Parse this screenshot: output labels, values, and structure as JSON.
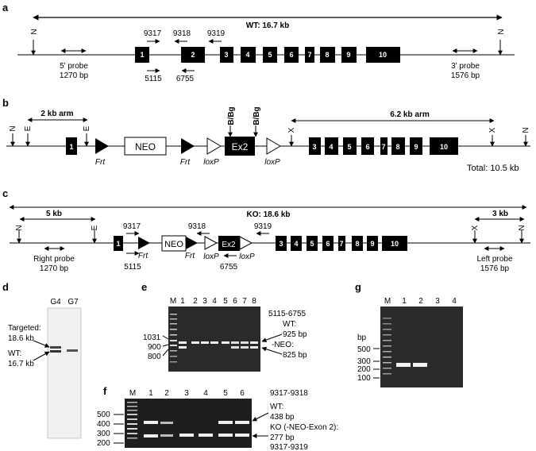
{
  "panels": {
    "a": "a",
    "b": "b",
    "c": "c",
    "d": "d",
    "e": "e",
    "f": "f",
    "g": "g"
  },
  "a": {
    "title": "WT: 16.7 kb",
    "ecori": "N",
    "exons": [
      "1",
      "2",
      "3",
      "4",
      "5",
      "6",
      "7",
      "8",
      "9",
      "10"
    ],
    "primers": {
      "p9317": "9317",
      "p9318": "9318",
      "p9319": "9319",
      "p5115": "5115",
      "p6755": "6755"
    },
    "probe5_name": "5' probe",
    "probe5_size": "1270 bp",
    "probe3_name": "3' probe",
    "probe3_size": "1576 bp"
  },
  "b": {
    "arm_left": "2 kb arm",
    "arm_right": "6.2 kb arm",
    "site_n": "N",
    "site_e": "E",
    "site_x": "X",
    "site_bbg": "B/Bg",
    "exon1": "1",
    "neo": "NEO",
    "ex2": "Ex2",
    "exons_right": [
      "3",
      "4",
      "5",
      "6",
      "7",
      "8",
      "9",
      "10"
    ],
    "frt": "Frt",
    "loxp": "loxP",
    "total": "Total: 10.5 kb"
  },
  "c": {
    "title": "KO: 18.6 kb",
    "left_kb": "5 kb",
    "right_kb": "3 kb",
    "site_n": "N",
    "site_e": "E",
    "site_x": "X",
    "exon1": "1",
    "neo": "NEO",
    "ex2": "Ex2",
    "exons_right": [
      "3",
      "4",
      "5",
      "6",
      "7",
      "8",
      "9",
      "10"
    ],
    "primers": {
      "p9317": "9317",
      "p9318": "9318",
      "p9319": "9319",
      "p5115": "5115",
      "p6755": "6755"
    },
    "frt": "Frt",
    "loxp": "loxP",
    "probe_right_name": "Right probe",
    "probe_right_size": "1270 bp",
    "probe_left_name": "Left probe",
    "probe_left_size": "1576 bp"
  },
  "d": {
    "lanes": [
      "G4",
      "G7"
    ],
    "targeted": "Targeted:",
    "targeted_size": "18.6 kb",
    "wt": "WT:",
    "wt_size": "16.7 kb"
  },
  "e": {
    "lanes": [
      "M",
      "1",
      "2",
      "3",
      "4",
      "5",
      "6",
      "7",
      "8"
    ],
    "markers": [
      "1031",
      "900",
      "800"
    ],
    "primer_pair": "5115-6755",
    "wt": "WT:",
    "wt_size": "925 bp",
    "neo": "-NEO:",
    "neo_size": "825 bp"
  },
  "f": {
    "lanes": [
      "M",
      "1",
      "2",
      "3",
      "4",
      "5",
      "6"
    ],
    "markers": [
      "500",
      "400",
      "300",
      "200"
    ],
    "primer_pair_top": "9317-9318",
    "wt": "WT:",
    "wt_size": "438 bp",
    "ko": "KO (-NEO-Exon 2):",
    "ko_size": "277 bp",
    "primer_pair_bottom": "9317-9319"
  },
  "g": {
    "lanes": [
      "M",
      "1",
      "2",
      "3",
      "4"
    ],
    "unit": "bp",
    "markers": [
      "500",
      "300",
      "200",
      "100"
    ]
  }
}
